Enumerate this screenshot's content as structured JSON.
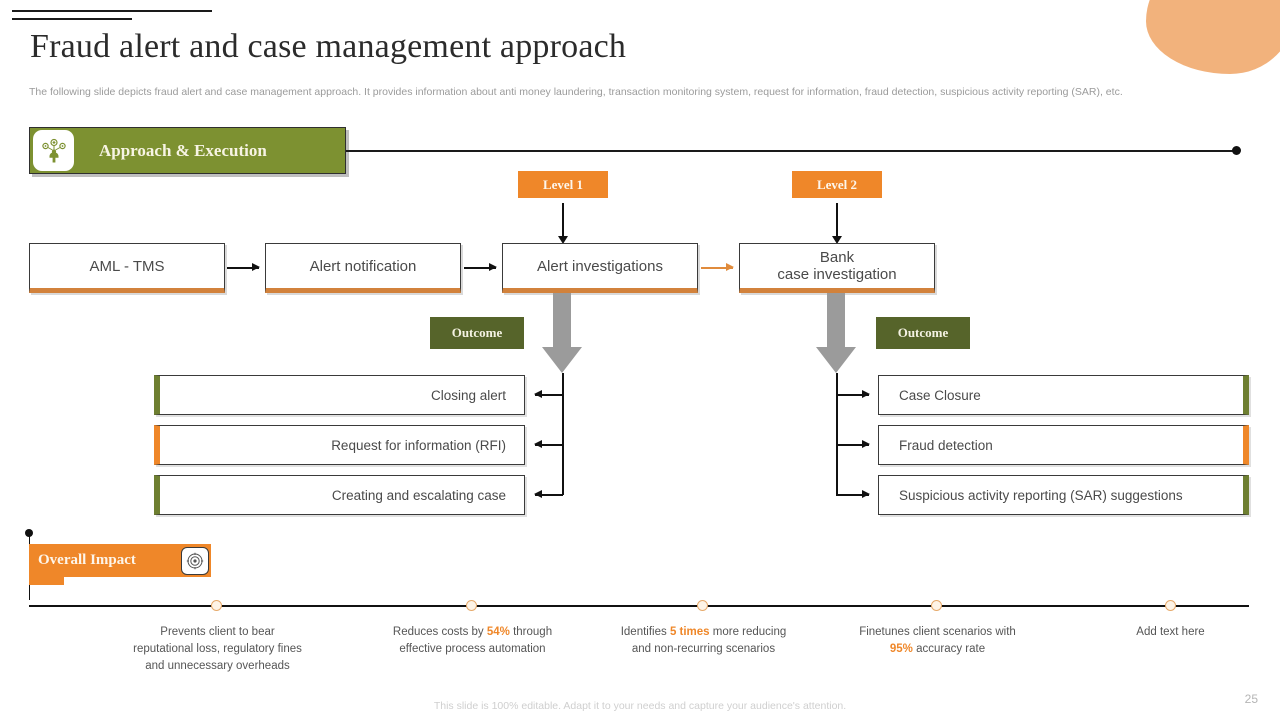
{
  "header": {
    "title": "Fraud alert and case management approach",
    "subtitle": "The following slide depicts fraud alert and case management approach. It provides information about anti money laundering, transaction monitoring system, request for information, fraud detection, suspicious activity reporting (SAR), etc."
  },
  "approach_banner": {
    "label": "Approach & Execution",
    "icon": "team-network-icon",
    "bg_color": "#7d9131"
  },
  "levels": [
    {
      "label": "Level 1"
    },
    {
      "label": "Level 2"
    }
  ],
  "stages": [
    {
      "label": "AML - TMS"
    },
    {
      "label": "Alert notification"
    },
    {
      "label": "Alert investigations"
    },
    {
      "label": "Bank\ncase investigation"
    }
  ],
  "outcome_badges": {
    "left": "Outcome",
    "right": "Outcome"
  },
  "outcomes_left": [
    {
      "label": "Closing alert",
      "edge": "green"
    },
    {
      "label": "Request for information (RFI)",
      "edge": "orange"
    },
    {
      "label": "Creating and escalating case",
      "edge": "green"
    }
  ],
  "outcomes_right": [
    {
      "label": "Case Closure",
      "edge": "green"
    },
    {
      "label": "Fraud detection",
      "edge": "orange"
    },
    {
      "label": "Suspicious activity reporting (SAR) suggestions",
      "edge": "green"
    }
  ],
  "overall_impact": {
    "label": "Overall Impact",
    "icon": "target-icon",
    "bg_color": "#ef8729",
    "items": [
      {
        "pre": "Prevents client to bear reputational loss, regulatory fines and unnecessary overheads",
        "hl": "",
        "post": ""
      },
      {
        "pre": "Reduces costs by ",
        "hl": "54%",
        "post": " through effective process automation"
      },
      {
        "pre": "Identifies ",
        "hl": "5 times",
        "post": " more reducing and non-recurring scenarios"
      },
      {
        "pre": "Finetunes client scenarios with ",
        "hl": "95%",
        "post": " accuracy rate"
      },
      {
        "pre": "Add text here",
        "hl": "",
        "post": ""
      }
    ]
  },
  "footer": {
    "note": "This slide is 100% editable. Adapt it to your needs and capture your audience's attention.",
    "page_number": "25"
  },
  "colors": {
    "orange": "#ef8729",
    "green": "#7d9131",
    "olive": "#56642a",
    "grey_arrow": "#9b9b9b"
  }
}
